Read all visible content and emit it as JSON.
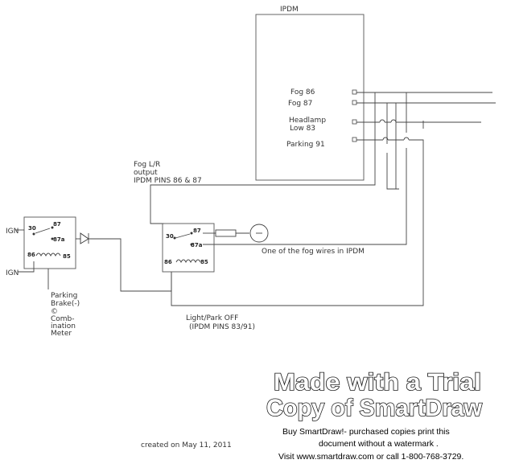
{
  "ipdm": {
    "title": "IPDM",
    "pins": [
      "Fog 86",
      "Fog 87",
      "Headlamp",
      "Low 83",
      "Parking 91"
    ]
  },
  "left_relay": {
    "ign_top": "IGN",
    "ign_bottom": "IGN",
    "pins": {
      "p30": "30",
      "p87": "87",
      "p87a": "87a",
      "p86": "86",
      "p85": "85"
    }
  },
  "center_relay": {
    "pins": {
      "p30": "30",
      "p87": "87",
      "p87a": "87a",
      "p86": "86",
      "p85": "85"
    }
  },
  "labels": {
    "fog_output_line1": "Fog L/R",
    "fog_output_line2": "output",
    "fog_output_line3": "IPDM PINS 86 & 87",
    "fog_wire_note": "One of the fog wires in IPDM",
    "light_park_line1": "Light/Park OFF",
    "light_park_line2": "(IPDM PINS 83/91)",
    "parking_brake": [
      "Parking",
      "Brake(-)",
      "©",
      "Comb-",
      "ination",
      "Meter"
    ],
    "created": "created on May 11, 2011"
  },
  "watermark": {
    "line1": "Made with a Trial",
    "line2": "Copy of SmartDraw",
    "sub1": "Buy SmartDraw!- purchased copies print this",
    "sub2": "document without a watermark .",
    "sub3": "Visit www.smartdraw.com or call 1-800-768-3729."
  }
}
